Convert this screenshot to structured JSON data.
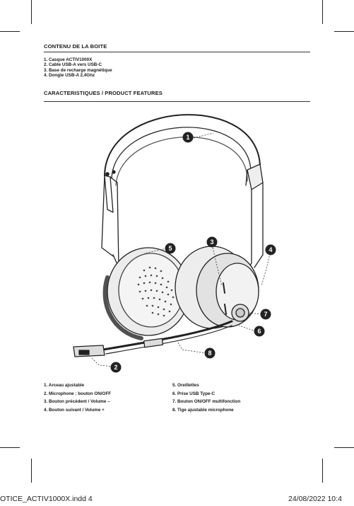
{
  "section1": {
    "heading": "CONTENU DE LA BOITE",
    "items": [
      "1. Casque ACTIV1000X",
      "2. Cable USB-A vers USB-C",
      "3. Base de recharge magnétique",
      "4. Dongle USB-A 2,4Ghz"
    ]
  },
  "section2": {
    "heading": "CARACTERISTIQUES / PRODUCT FEATURES"
  },
  "callouts": [
    "1",
    "2",
    "3",
    "4",
    "5",
    "6",
    "7",
    "8"
  ],
  "legend": {
    "left": [
      "1. Arceau ajustable",
      "2. Microphone : bouton ON/OFF",
      "3. Bouton précédent / Volume –",
      "4. Bouton suivant / Volume +"
    ],
    "right": [
      "5. Oreillettes",
      "6. Prise USB Type-C",
      "7. Bouton ON/OFF multifonction",
      "8. Tige ajustable microphone"
    ]
  },
  "footer": {
    "file": "OTICE_ACTIV1000X.indd   4",
    "date": "24/08/2022   10:4"
  }
}
